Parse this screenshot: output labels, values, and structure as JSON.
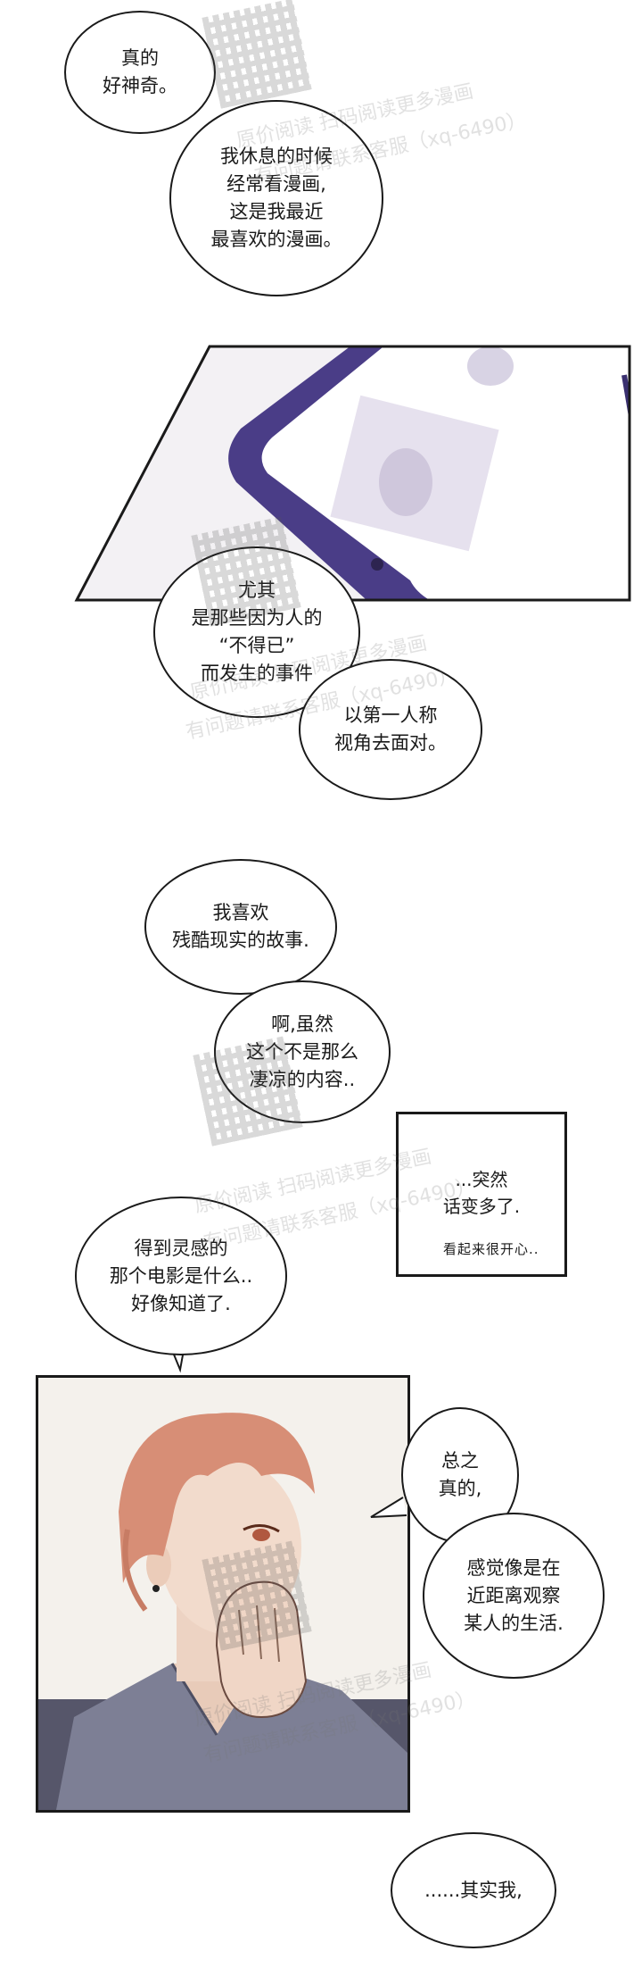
{
  "bubbles": {
    "b1": "真的\n好神奇。",
    "b2": "我休息的时候\n经常看漫画,\n这是我最近\n最喜欢的漫画。",
    "b3": "尤其\n是那些因为人的\n“不得已”\n而发生的事件",
    "b4": "以第一人称\n视角去面对。",
    "b5": "我喜欢\n残酷现实的故事.",
    "b6": "啊,虽然\n这个不是那么\n凄凉的内容..",
    "b7": "得到灵感的\n那个电影是什么..\n好像知道了.",
    "b8": "总之\n真的,",
    "b9": "感觉像是在\n近距离观察\n某人的生活.",
    "b10": "......其实我,"
  },
  "narration": {
    "text": "...突然\n话变多了.",
    "handwritten": "看起来很开心.."
  },
  "watermark": {
    "line1": "原价阅读 扫码阅读更多漫画",
    "line2": "有问题请联系客服（xq-6490）"
  },
  "colors": {
    "phone_frame": "#4a3d87",
    "hair": "#d78e76",
    "shirt": "#7d7f95"
  }
}
